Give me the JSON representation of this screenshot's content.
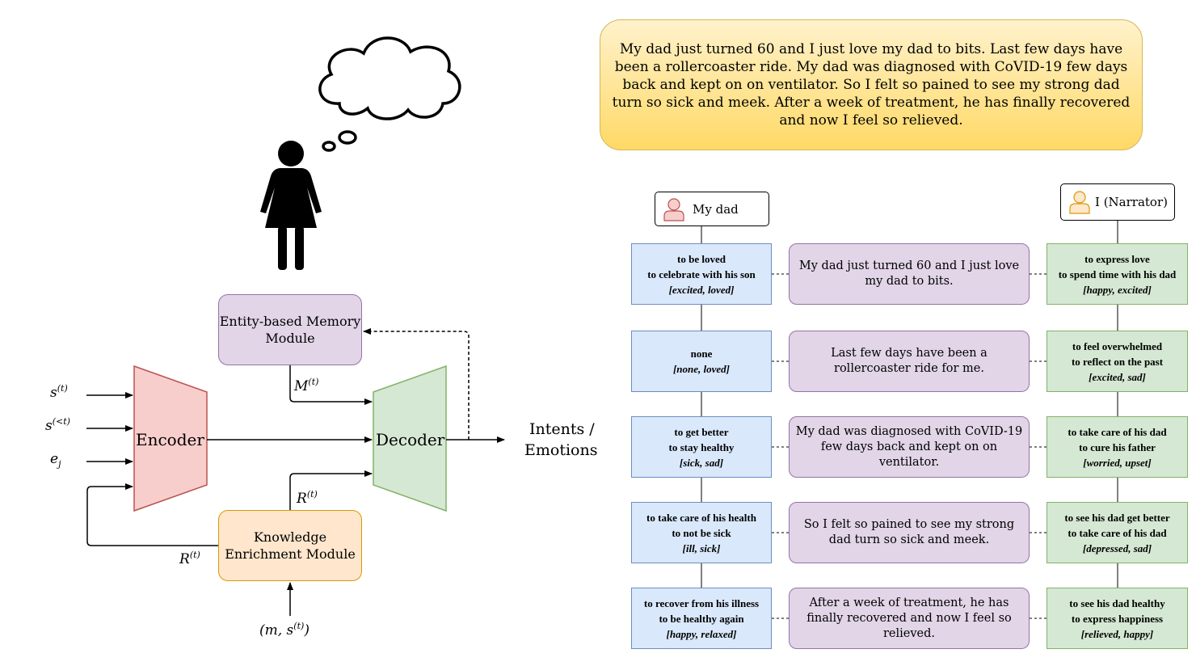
{
  "story": {
    "text": "My dad just turned 60 and I just love my dad to bits. Last few days have been a rollercoaster ride. My dad was diagnosed with CoVID-19 few days back and kept on on ventilator. So I felt so pained to see my strong dad turn so sick and meek. After a week of treatment, he has finally recovered and now I feel so relieved."
  },
  "architecture": {
    "memory_module": "Entity-based Memory Module",
    "knowledge_module": "Knowledge Enrichment Module",
    "encoder": "Encoder",
    "decoder": "Decoder",
    "output": {
      "line1": "Intents /",
      "line2": "Emotions"
    },
    "inputs": {
      "s_t": {
        "base": "s",
        "sup": "(t)"
      },
      "s_lt": {
        "base": "s",
        "sup": "(<t)"
      },
      "e_j": {
        "base": "e",
        "sub": "j"
      }
    },
    "memory_signal": {
      "base": "M",
      "sup": "(t)"
    },
    "knowledge_signal_up": {
      "base": "R",
      "sup": "(t)"
    },
    "knowledge_signal_back": {
      "base": "R",
      "sup": "(t)"
    },
    "knowledge_input": {
      "open": "(m, s",
      "sup": "(t)",
      "close": ")"
    }
  },
  "entities": {
    "left": "My dad",
    "right": "I (Narrator)"
  },
  "rows": [
    {
      "dad": {
        "l1": "to be loved",
        "l2": "to celebrate with his son",
        "emo": "[excited, loved]"
      },
      "sentence": "My dad just turned 60 and I just love my dad to bits.",
      "narrator": {
        "l1": "to express love",
        "l2": "to spend time with his dad",
        "emo": "[happy, excited]"
      }
    },
    {
      "dad": {
        "l1": "none",
        "l2": "",
        "emo": "[none, loved]"
      },
      "sentence": "Last few days have been a rollercoaster ride for me.",
      "narrator": {
        "l1": "to feel overwhelmed",
        "l2": "to reflect on the past",
        "emo": "[excited, sad]"
      }
    },
    {
      "dad": {
        "l1": "to get better",
        "l2": "to stay healthy",
        "emo": "[sick, sad]"
      },
      "sentence": "My dad was diagnosed with CoVID-19 few days back and kept on on ventilator.",
      "narrator": {
        "l1": "to take care of his dad",
        "l2": "to cure his father",
        "emo": "[worried, upset]"
      }
    },
    {
      "dad": {
        "l1": "to take care of his health",
        "l2": "to not be sick",
        "emo": "[ill, sick]"
      },
      "sentence": "So I felt so pained to see my strong dad turn so sick and meek.",
      "narrator": {
        "l1": "to see his dad get better",
        "l2": "to take care of his dad",
        "emo": "[depressed, sad]"
      }
    },
    {
      "dad": {
        "l1": "to recover from his illness",
        "l2": "to be healthy again",
        "emo": "[happy, relaxed]"
      },
      "sentence": "After a week of treatment, he has finally recovered and now I feel so relieved.",
      "narrator": {
        "l1": "to see his dad healthy",
        "l2": "to express happiness",
        "emo": "[relieved, happy]"
      }
    }
  ],
  "colors": {
    "encoder": "#f8cecc",
    "decoder": "#d5e8d4",
    "memory": "#e1d5e7",
    "knowledge": "#ffe6cc",
    "story": "#ffd966",
    "dad_box": "#dae8fc",
    "narrator_box": "#d5e8d4"
  },
  "icons": [
    "thought-cloud-icon",
    "woman-icon",
    "person-icon"
  ]
}
